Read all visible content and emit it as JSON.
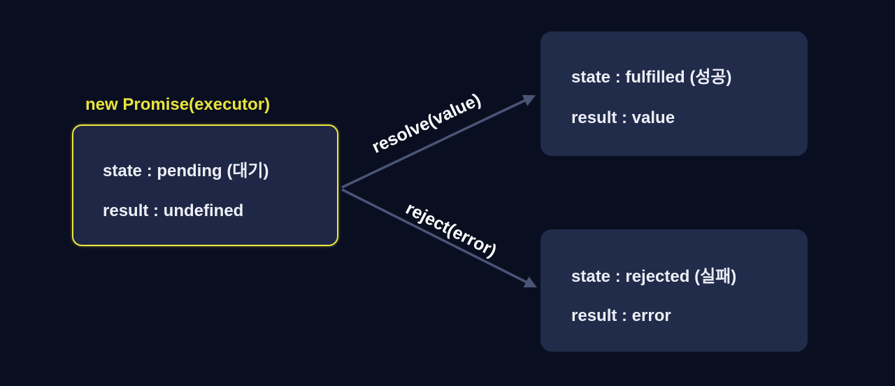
{
  "diagram": {
    "title": "new Promise(executor)",
    "pending_box": {
      "state_line": "state : pending (대기)",
      "result_line": "result : undefined"
    },
    "fulfilled_box": {
      "state_line": "state : fulfilled (성공)",
      "result_line": "result : value"
    },
    "rejected_box": {
      "state_line": "state : rejected (실패)",
      "result_line": "result : error"
    },
    "arrows": {
      "resolve_label": "resolve(value)",
      "reject_label": "reject(error)"
    },
    "colors": {
      "background": "#0a0e21",
      "pending_box_fill": "#1e2745",
      "result_box_fill": "#212b4a",
      "highlight_yellow": "#ede73f",
      "title_yellow": "#e9e43c",
      "arrow": "#4a5575",
      "box_text": "#edeff6",
      "label_text": "#ffffff"
    }
  }
}
